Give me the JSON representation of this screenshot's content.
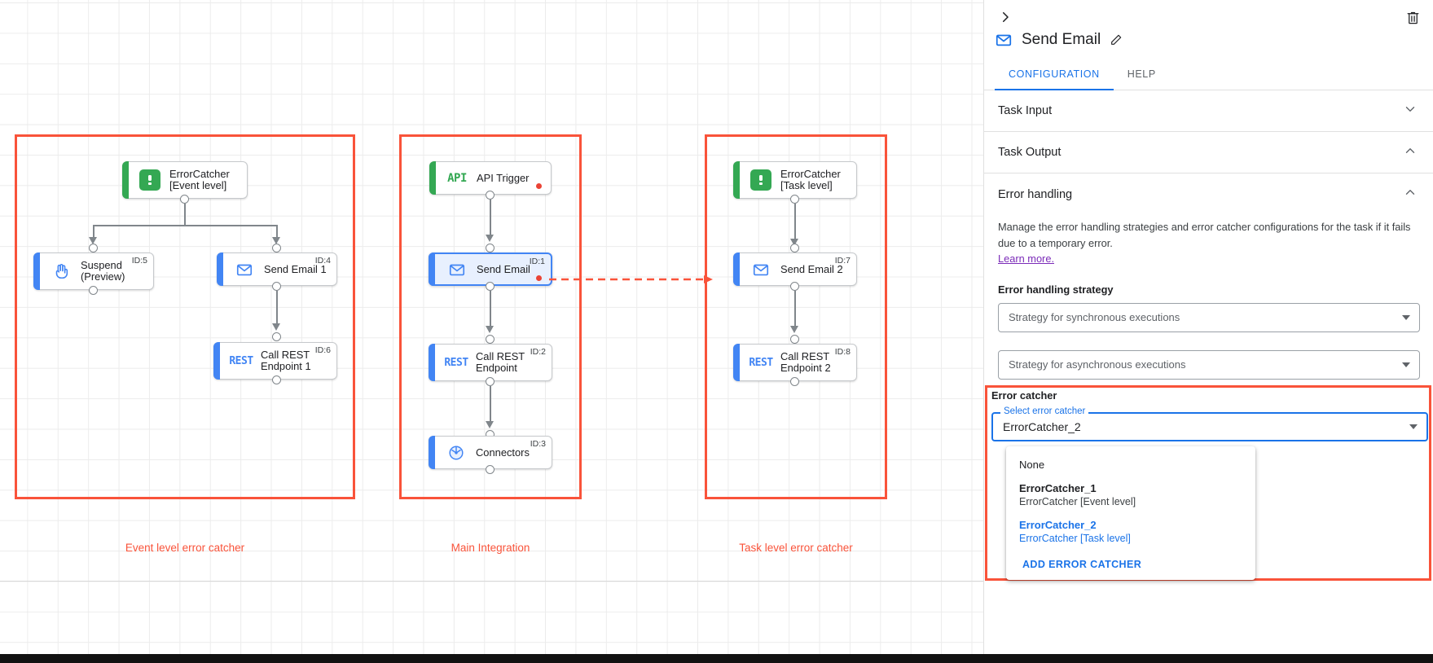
{
  "canvas": {
    "groups": [
      {
        "caption": "Event level error catcher"
      },
      {
        "caption": "Main Integration"
      },
      {
        "caption": "Task level error catcher"
      }
    ],
    "nodes": {
      "error_catcher_event": {
        "label": "ErrorCatcher\n[Event level]",
        "id": "",
        "icon": "error-catcher-icon"
      },
      "suspend": {
        "label": "Suspend\n(Preview)",
        "id": "ID:5",
        "icon": "hand-icon"
      },
      "send_email_1": {
        "label": "Send Email 1",
        "id": "ID:4",
        "icon": "envelope-icon"
      },
      "call_rest_endpoint_1": {
        "label": "Call REST\nEndpoint 1",
        "id": "ID:6",
        "icon": "rest-icon"
      },
      "api_trigger": {
        "label": "API Trigger",
        "id": "",
        "icon": "api-icon"
      },
      "send_email": {
        "label": "Send Email",
        "id": "ID:1",
        "icon": "envelope-icon"
      },
      "call_rest_endpoint": {
        "label": "Call REST\nEndpoint",
        "id": "ID:2",
        "icon": "rest-icon"
      },
      "connectors": {
        "label": "Connectors",
        "id": "ID:3",
        "icon": "connectors-icon"
      },
      "error_catcher_task": {
        "label": "ErrorCatcher\n[Task level]",
        "id": "",
        "icon": "error-catcher-icon"
      },
      "send_email_2": {
        "label": "Send Email 2",
        "id": "ID:7",
        "icon": "envelope-icon"
      },
      "call_rest_endpoint_2": {
        "label": "Call REST\nEndpoint 2",
        "id": "ID:8",
        "icon": "rest-icon"
      }
    }
  },
  "panel": {
    "title": "Send Email",
    "icons": {
      "collapse": "chevron-right-icon",
      "delete": "trash-icon",
      "edit": "pencil-icon",
      "task_icon": "envelope-icon"
    },
    "tabs": [
      {
        "label": "CONFIGURATION",
        "active": true
      },
      {
        "label": "HELP",
        "active": false
      }
    ],
    "sections": [
      {
        "label": "Task Input",
        "expanded": false
      },
      {
        "label": "Task Output",
        "expanded": true
      }
    ],
    "error_handling": {
      "title": "Error handling",
      "description": "Manage the error handling strategies and error catcher configurations for the task if it fails due to a temporary error.",
      "link": "Learn more.",
      "strategy_label": "Error handling strategy",
      "sync_placeholder": "Strategy for synchronous executions",
      "async_placeholder": "Strategy for asynchronous executions",
      "error_catcher_label": "Error catcher",
      "select_float_label": "Select error catcher",
      "select_value": "ErrorCatcher_2",
      "menu": {
        "options": [
          {
            "main": "None",
            "sub": "",
            "selected": false,
            "bold": false
          },
          {
            "main": "ErrorCatcher_1",
            "sub": "ErrorCatcher [Event level]",
            "selected": false,
            "bold": true
          },
          {
            "main": "ErrorCatcher_2",
            "sub": "ErrorCatcher [Task level]",
            "selected": true,
            "bold": true
          }
        ],
        "add_label": "ADD ERROR CATCHER"
      }
    }
  },
  "colors": {
    "highlight": "#f9533a",
    "accent_blue": "#1a73e8",
    "green": "#34a853",
    "link_purple": "#7b2bb8"
  }
}
